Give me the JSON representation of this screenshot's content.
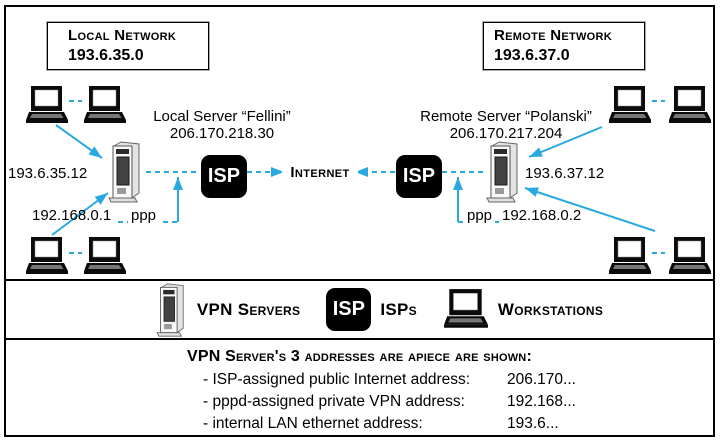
{
  "colors": {
    "accent": "#29a9e0",
    "ink": "#000000",
    "isp_bg": "#000000",
    "isp_fg": "#ffffff"
  },
  "diagram": {
    "local_network": {
      "title": "Local Network",
      "subnet": "193.6.35.0"
    },
    "remote_network": {
      "title": "Remote Network",
      "subnet": "193.6.37.0"
    },
    "local_server": {
      "name": "Local Server “Fellini”",
      "public_ip": "206.170.218.30",
      "lan_ip": "193.6.35.12",
      "vpn_ip": "192.168.0.1",
      "ppp": "ppp"
    },
    "remote_server": {
      "name": "Remote Server “Polanski”",
      "public_ip": "206.170.217.204",
      "lan_ip": "193.6.37.12",
      "vpn_ip": "192.168.0.2",
      "ppp": "ppp"
    },
    "isp_label": "ISP",
    "internet_label": "Internet"
  },
  "legend": {
    "items": [
      {
        "icon": "vpn-server-icon",
        "label": "VPN Servers"
      },
      {
        "icon": "isp-icon",
        "label": "ISPs"
      },
      {
        "icon": "workstation-icon",
        "label": "Workstations"
      }
    ]
  },
  "notes": {
    "title": "VPN Server's 3 addresses are apiece are shown:",
    "rows": [
      {
        "label": "- ISP-assigned public Internet address:",
        "value": "206.170..."
      },
      {
        "label": "- pppd-assigned private VPN address:",
        "value": "192.168..."
      },
      {
        "label": "- internal LAN ethernet address:",
        "value": "193.6..."
      }
    ]
  }
}
